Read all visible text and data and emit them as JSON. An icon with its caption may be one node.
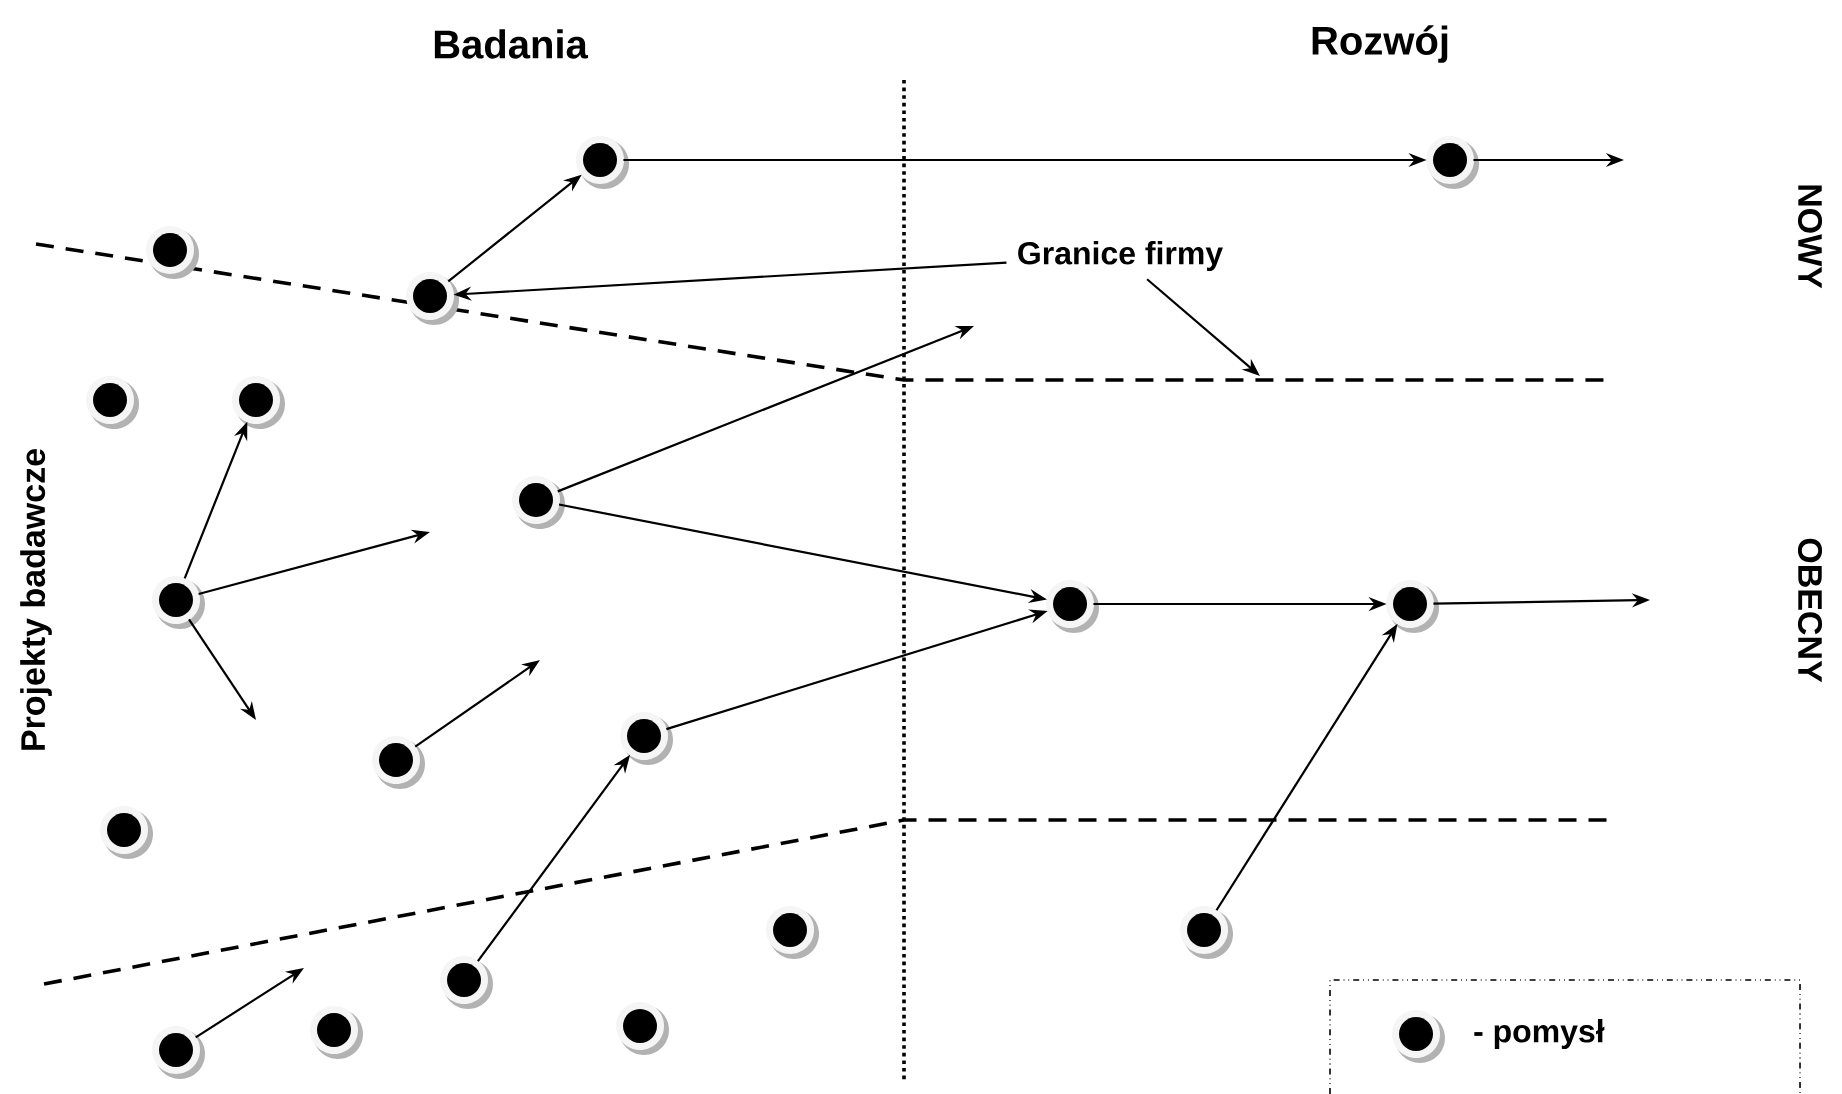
{
  "diagram": {
    "nodes": [
      {
        "text": [],
        "shape": "circle"
      },
      {
        "text": [],
        "shape": "circle"
      },
      {
        "text": [],
        "shape": "circle"
      },
      {
        "text": [],
        "shape": "circle"
      },
      {
        "text": [],
        "shape": "circle"
      },
      {
        "text": [],
        "shape": "circle"
      },
      {
        "text": [],
        "shape": "circle"
      },
      {
        "text": [],
        "shape": "circle"
      },
      {
        "text": [],
        "shape": "circle"
      },
      {
        "text": [],
        "shape": "circle"
      },
      {
        "text": [],
        "shape": "circle"
      },
      {
        "text": [],
        "shape": "circle"
      },
      {
        "text": [],
        "shape": "circle"
      },
      {
        "text": [],
        "shape": "circle"
      },
      {
        "text": [],
        "shape": "circle"
      },
      {
        "text": [],
        "shape": "circle"
      },
      {
        "text": [],
        "shape": "circle"
      },
      {
        "text": [],
        "shape": "circle"
      },
      {
        "text": [],
        "shape": "circle"
      },
      {
        "text": [
          "Granice firmy"
        ]
      }
    ],
    "edges": [
      {
        "from": 3,
        "to": 0,
        "arrow": "to"
      },
      {
        "from": 0,
        "to": 1,
        "arrow": "to"
      },
      {
        "from": 1,
        "to": null,
        "arrow": "to"
      },
      {
        "from": 19,
        "to": 3,
        "arrow": "to"
      },
      {
        "from": 19,
        "to": null,
        "arrow": "to"
      },
      {
        "from": 7,
        "to": 5,
        "arrow": "to"
      },
      {
        "from": 7,
        "to": null,
        "arrow": "to"
      },
      {
        "from": 7,
        "to": null,
        "arrow": "to"
      },
      {
        "from": 6,
        "to": null,
        "arrow": "to"
      },
      {
        "from": 6,
        "to": 8,
        "arrow": "to"
      },
      {
        "from": 11,
        "to": 8,
        "arrow": "to"
      },
      {
        "from": 10,
        "to": null,
        "arrow": "to"
      },
      {
        "from": 8,
        "to": 9,
        "arrow": "to"
      },
      {
        "from": 9,
        "to": null,
        "arrow": "to"
      },
      {
        "from": 14,
        "to": 9,
        "arrow": "to"
      },
      {
        "from": 15,
        "to": 11,
        "arrow": "to"
      },
      {
        "from": 18,
        "to": null,
        "arrow": "to"
      }
    ],
    "labels": [
      "Badania",
      "Rozwój",
      "NOWY",
      "Projekty badawcze",
      "OBECNY"
    ],
    "legend": [
      {
        "text": "- pomysł"
      }
    ]
  }
}
